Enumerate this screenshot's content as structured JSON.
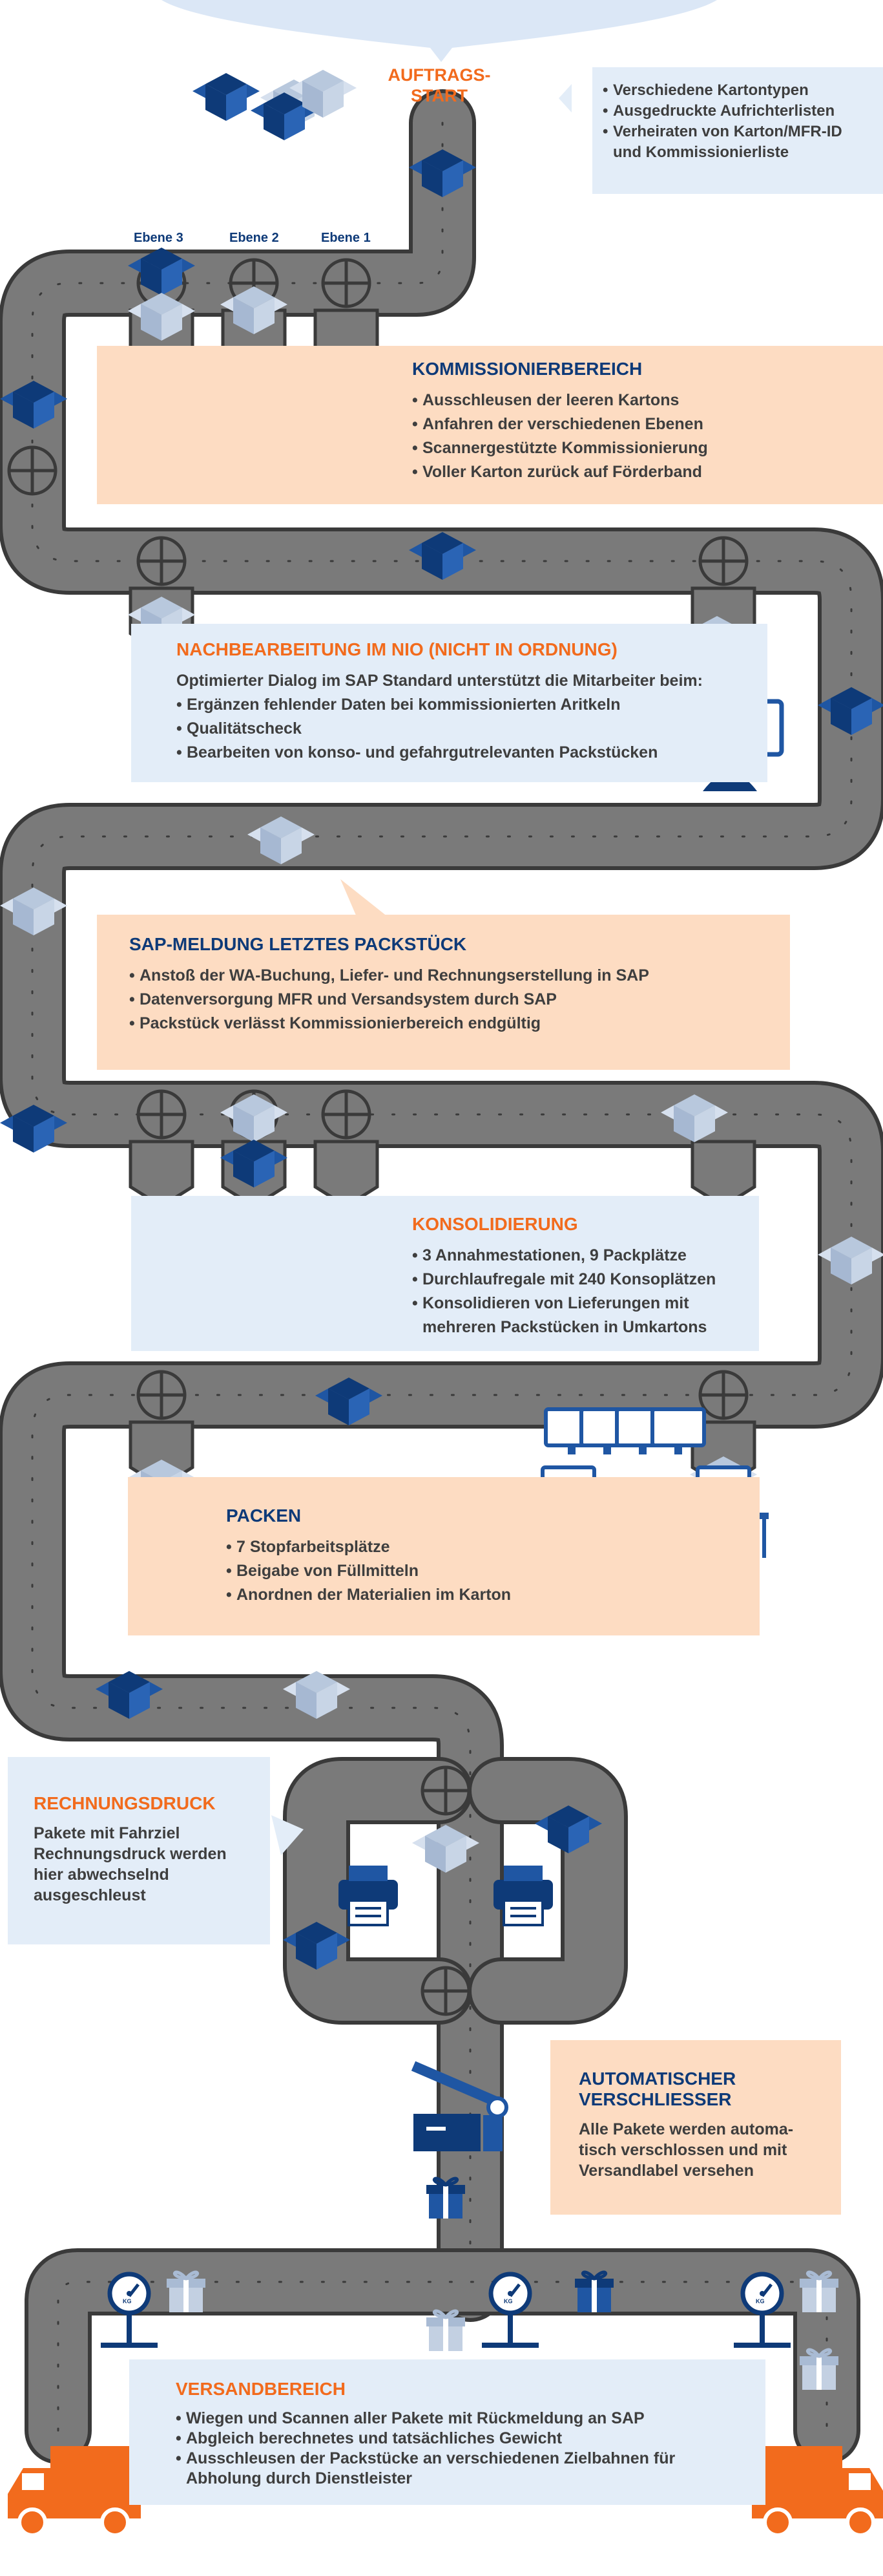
{
  "start": {
    "label": "AUFTRAGS-\nSTART"
  },
  "start_info": {
    "items": [
      "Verschiedene Kartontypen",
      "Ausgedruckte Aufrichterlisten",
      "Verheiraten von Karton/MFR-ID und Kommissionierliste"
    ]
  },
  "levels": [
    "Ebene 3",
    "Ebene 2",
    "Ebene 1"
  ],
  "kommissionierung": {
    "title": "KOMMISSIONIERBEREICH",
    "items": [
      "Ausschleusen der leeren Kartons",
      "Anfahren der verschiedenen Ebenen",
      "Scannergestützte Kommissionierung",
      "Voller Karton zurück auf Förderband"
    ]
  },
  "nio": {
    "title": "NACHBEARBEITUNG IM NIO (NICHT IN ORDNUNG)",
    "intro": "Optimierter Dialog im SAP Standard unterstützt die Mitarbeiter beim:",
    "items": [
      "Ergänzen fehlender Daten bei kommissionierten Aritkeln",
      "Qualitätscheck",
      "Bearbeiten von konso- und gefahrgutrelevanten Packstücken"
    ]
  },
  "sap": {
    "title": "SAP-MELDUNG LETZTES PACKSTÜCK",
    "items": [
      "Anstoß der WA-Buchung, Liefer- und Rechnungserstellung in SAP",
      "Datenversorgung MFR und Versandsystem durch SAP",
      "Packstück verlässt Kommissionierbereich endgültig"
    ]
  },
  "konsolidierung": {
    "title": "KONSOLIDIERUNG",
    "items": [
      "3 Annahmestationen, 9 Packplätze",
      "Durchlaufregale mit 240 Konsoplätzen",
      "Konsolidieren von Lieferungen mit mehreren Packstücken in Umkartons"
    ]
  },
  "packen": {
    "title": "PACKEN",
    "items": [
      "7 Stopfarbeitsplätze",
      "Beigabe von Füllmitteln",
      "Anordnen der Materialien im Karton"
    ]
  },
  "rechnungsdruck": {
    "title": "RECHNUNGSDRUCK",
    "text": "Pakete mit Fahrziel Rechnungsdruck werden hier abwechselnd ausgeschleust"
  },
  "verschliesser": {
    "title": "AUTOMATISCHER VERSCHLIESSER",
    "text": "Alle Pakete werden automa-tisch verschlossen und mit Versandlabel versehen"
  },
  "versand": {
    "title": "VERSANDBEREICH",
    "items": [
      "Wiegen und Scannen aller Pakete mit Rückmeldung an SAP",
      "Abgleich berechnetes und tatsächliches Gewicht",
      "Ausschleusen der Packstücke an verschiedenen Zielbahnen für Abholung durch Dienstleister"
    ]
  },
  "scale_label": "KG",
  "colors": {
    "navy": "#0e3a78",
    "orange": "#f26b1d",
    "peach": "#fddcc2",
    "lightblue": "#e3edf8",
    "belt": "#7a7a7a",
    "belt_edge": "#3a3a3a"
  }
}
